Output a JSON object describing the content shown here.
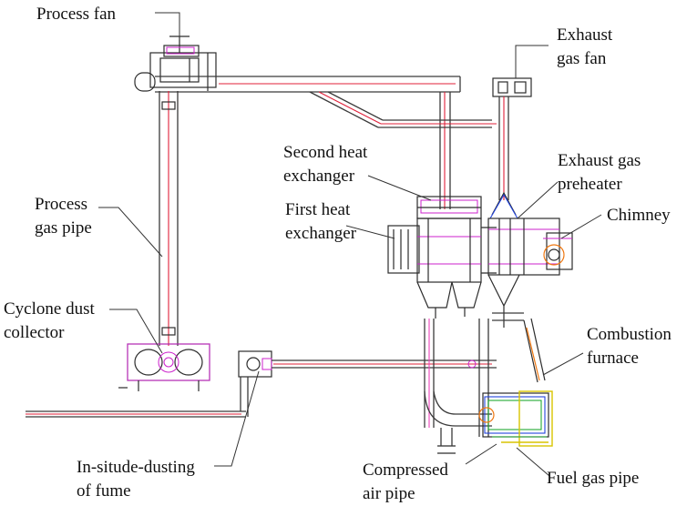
{
  "labels": {
    "process_fan": "Process fan",
    "process_gas_pipe_1": "Process",
    "process_gas_pipe_2": "gas pipe",
    "cyclone_1": "Cyclone dust",
    "cyclone_2": "collector",
    "insitu_1": "In-situde-dusting",
    "insitu_2": "of fume",
    "exhaust_fan_1": "Exhaust",
    "exhaust_fan_2": "gas fan",
    "second_hx_1": "Second heat",
    "second_hx_2": "exchanger",
    "first_hx_1": "First heat",
    "first_hx_2": "exchanger",
    "preheater_1": "Exhaust gas",
    "preheater_2": "preheater",
    "chimney": "Chimney",
    "combustion_1": "Combustion",
    "combustion_2": "furnace",
    "compressed_1": "Compressed",
    "compressed_2": "air pipe",
    "fuel_gas_pipe": "Fuel gas pipe"
  },
  "colors": {
    "line": "#3a3a3a",
    "gas_flow": "#e0203a",
    "magenta": "#cc22cc",
    "pink": "#ee44bb",
    "blue": "#2244dd",
    "green": "#22aa33",
    "yellow": "#d9c400",
    "orange": "#ee7711"
  }
}
